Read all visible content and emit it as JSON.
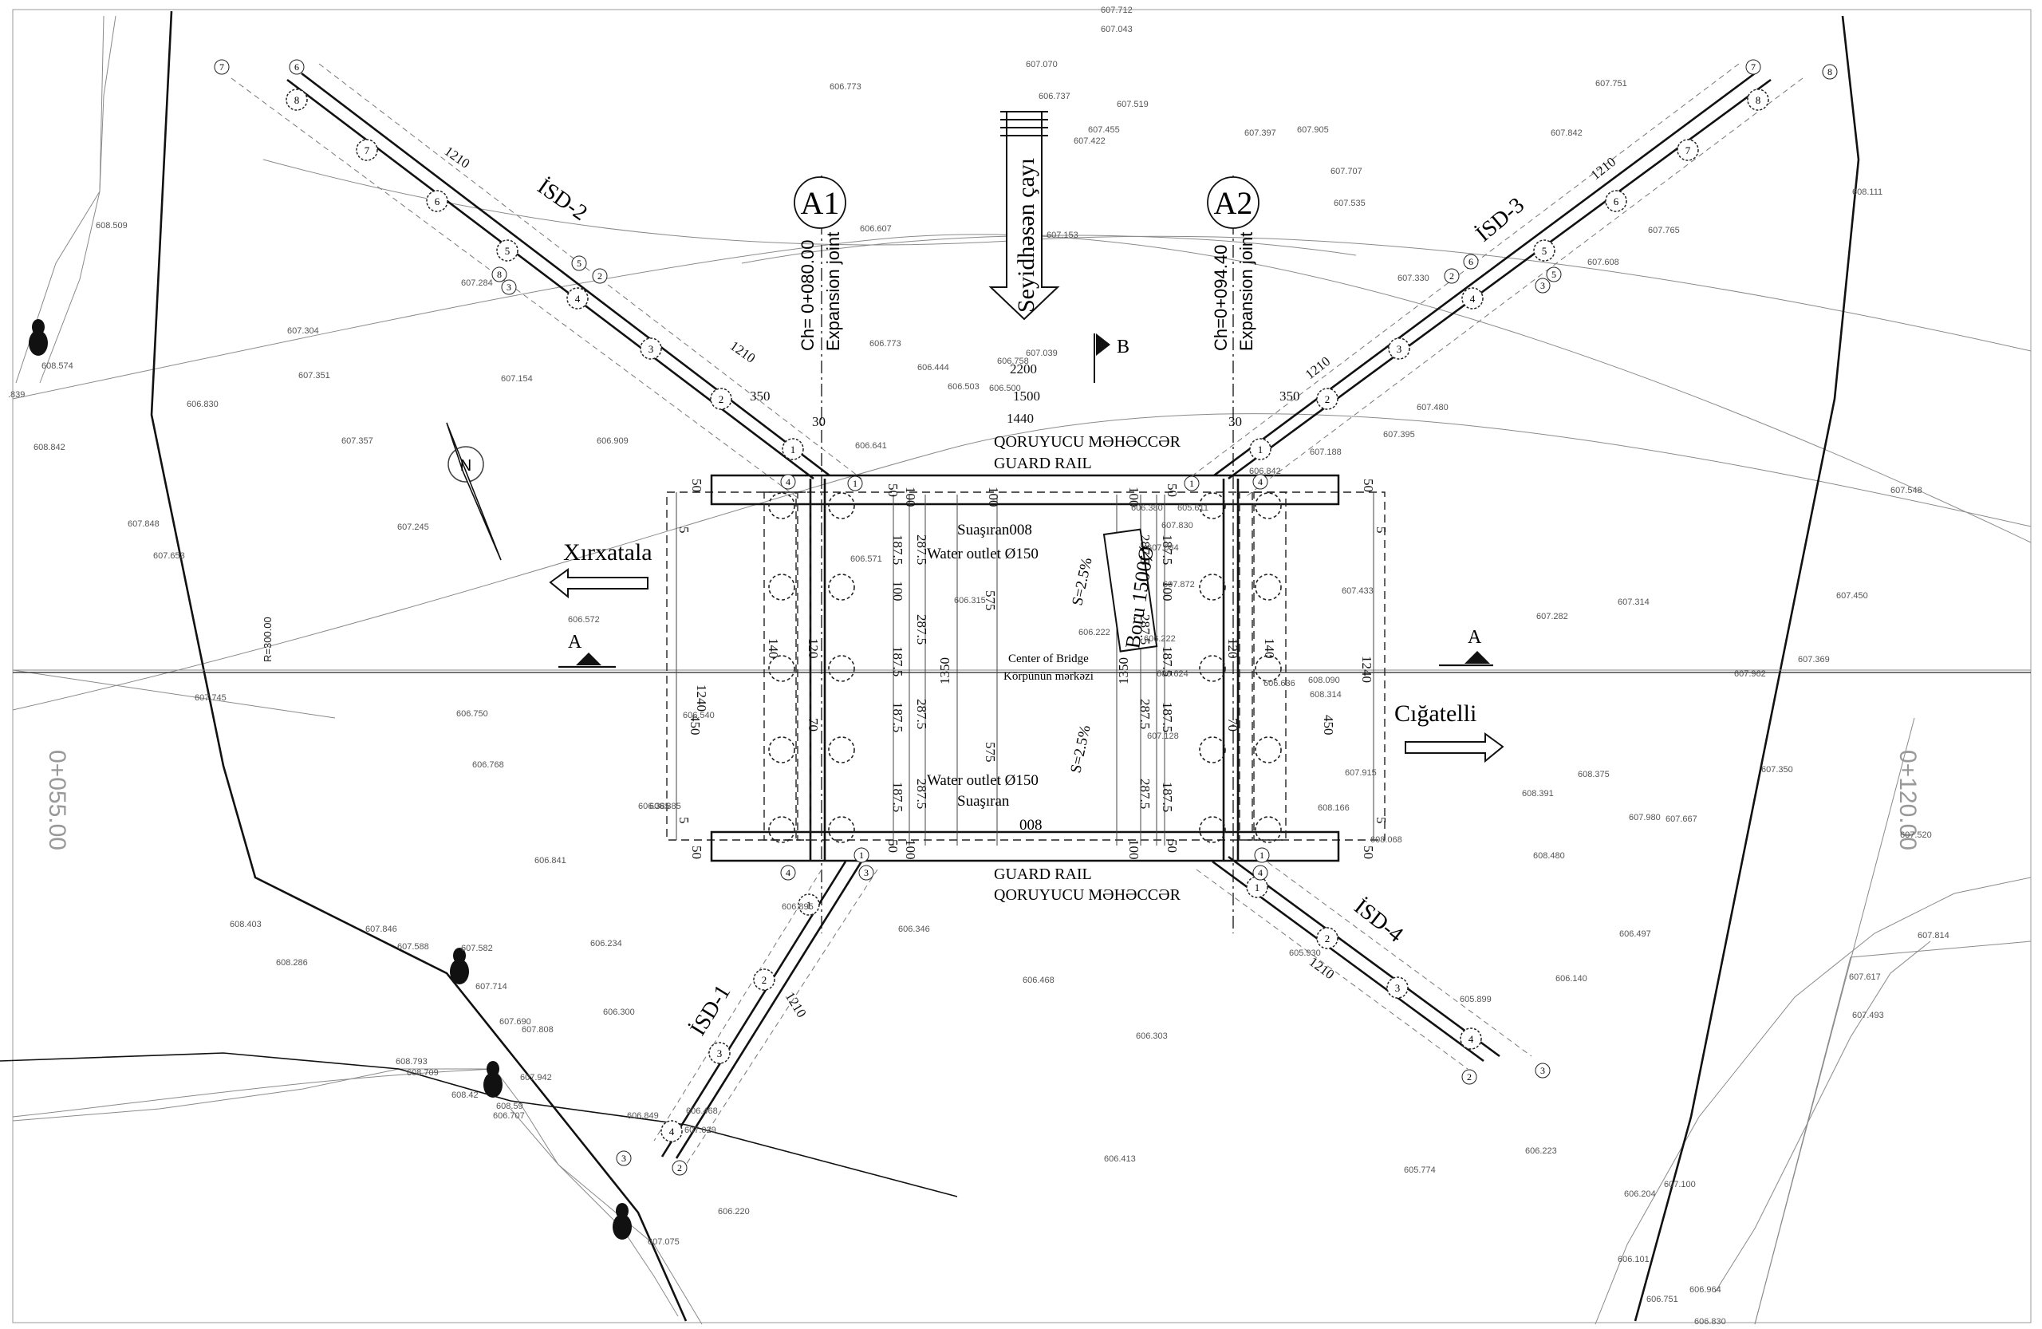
{
  "labels": {
    "axis_a1": "A1",
    "axis_a2": "A2",
    "chainage_a1": "Ch= 0+080.00",
    "chainage_a2": "Ch=0+094.40",
    "expansion_joint": "Expansion  joint",
    "river": "Seyidhəsən çayı",
    "isd1": "İSD-1",
    "isd2": "İSD-2",
    "isd3": "İSD-3",
    "isd4": "İSD-4",
    "to_west": "Xırxatala",
    "to_east": "Cığatelli",
    "guard_rail_az": "QORUYUCU  MƏHƏCCƏR",
    "guard_rail": "GUARD RAIL",
    "suasiran_top": "Suaşıran008",
    "suasiran_bottom": "Suaşıran",
    "water_outlet": "Water outlet Ø150",
    "slope": "S=2.5%",
    "pipe": "Boru 1500Ø",
    "center_of_bridge": "Center of Bridge",
    "center_of_bridge_az": "Körpünün mərkəzi",
    "section_a": "A",
    "section_b": "B",
    "station_left": "0+055.00",
    "station_right": "0+120.00",
    "radius": "R=300.00",
    "north": "N",
    "code_008": "008"
  },
  "dimensions": {
    "d1210": "1210",
    "d2200": "2200",
    "d1500": "1500",
    "d1440": "1440",
    "d350": "350",
    "d30": "30",
    "d50": "50",
    "d100": "100",
    "d1875": "187.5",
    "d2875": "287.5",
    "d575": "575",
    "d1350": "1350",
    "d1240": "1240",
    "d140": "140",
    "d120": "120",
    "d450": "450",
    "d70": "70",
    "d5": "5"
  },
  "levels": [
    "607.712",
    "607.043",
    "607.070",
    "606.773",
    "606.737",
    "607.519",
    "607.455",
    "607.422",
    "607.397",
    "607.905",
    "607.751",
    "607.842",
    "607.707",
    "607.535",
    "608.111",
    "606.607",
    "607.153",
    "607.330",
    "607.765",
    "607.608",
    "608.509",
    "607.304",
    "607.351",
    "607.154",
    "606.773",
    "606.444",
    "606.503",
    "606.500",
    "607.039",
    "606.758",
    "608.574",
    "606.830",
    "608.842",
    "607.357",
    "606.909",
    "606.641",
    "607.480",
    "607.395",
    "607.188",
    "607.548",
    "607.848",
    "607.653",
    "607.245",
    "606.571",
    "606.315",
    "606.222",
    "607.433",
    "607.314",
    "607.282",
    "607.450",
    "606.572",
    "607.745",
    "606.540",
    "606.750",
    "606.768",
    "608.090",
    "608.314",
    "607.962",
    "607.369",
    "607.915",
    "607.350",
    "608.375",
    "608.391",
    "607.980",
    "607.667",
    "607.520",
    "606.385",
    "608.166",
    "608.068",
    "608.480",
    "606.841",
    "608.403",
    "607.846",
    "607.588",
    "607.582",
    "606.234",
    "606.346",
    "606.468",
    "606.497",
    "606.140",
    "607.814",
    "607.617",
    "607.493",
    "608.286",
    "607.714",
    "606.300",
    "607.690",
    "607.808",
    "606.303",
    "605.930",
    "605.899",
    "608.793",
    "608.709",
    "607.942",
    "608.42",
    "608.59",
    "606.707",
    "606.849",
    "606.468",
    "607.029",
    "606.413",
    "605.774",
    "606.223",
    "607.100",
    "606.204",
    "606.220",
    "607.075",
    "606.101",
    "606.751",
    "606.964",
    "606.830",
    "605.611",
    "607.084",
    "606.380",
    "607.830",
    "606.222",
    "607.872",
    "607.128",
    "606.624",
    "606.636",
    ".839",
    "606.385",
    "606.842",
    "606.895",
    "607.284"
  ]
}
